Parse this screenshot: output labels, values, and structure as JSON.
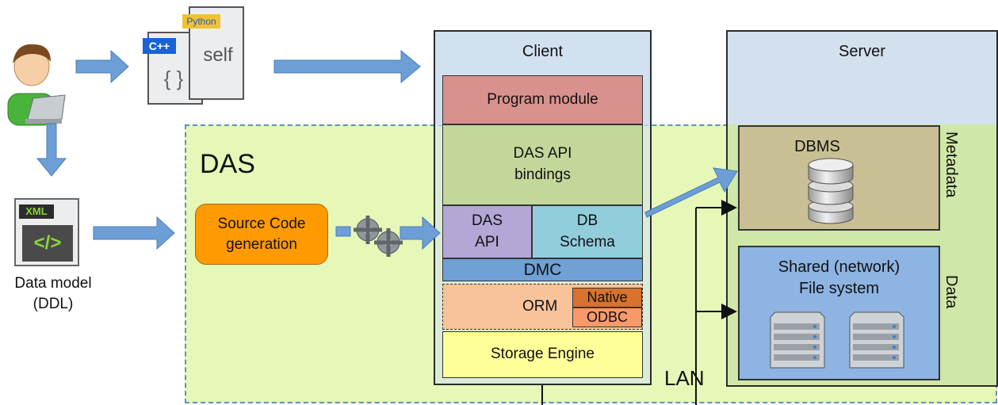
{
  "das": {
    "title": "DAS"
  },
  "client": {
    "title": "Client"
  },
  "server": {
    "title": "Server"
  },
  "layers": {
    "program_module": "Program module",
    "api_bindings": "DAS API\nbindings",
    "das_api": "DAS\nAPI",
    "db_schema": "DB\nSchema",
    "dmc": "DMC",
    "orm": "ORM",
    "native": "Native",
    "odbc": "ODBC",
    "storage_engine": "Storage Engine"
  },
  "source_code": {
    "label": "Source Code\ngeneration"
  },
  "data_model": {
    "caption": "Data model\n(DDL)",
    "badge": "XML",
    "glyph": "</>"
  },
  "lang_icons": {
    "cpp": "C++",
    "python": "Python",
    "self_text": "self",
    "braces": "{ }"
  },
  "server_parts": {
    "dbms": "DBMS",
    "fs": "Shared (network)\nFile system",
    "metadata_label": "Metadata",
    "data_label": "Data"
  },
  "lan": {
    "label": "LAN"
  },
  "colors": {
    "das_bg": "#e6f7b8",
    "program_module": "#d9918d",
    "api_bindings": "#c4d79b",
    "das_api": "#b4a7d6",
    "db_schema": "#92cddc",
    "dmc": "#6fa0d6",
    "orm": "#f8c39b",
    "native": "#d8722c",
    "odbc": "#f79a6b",
    "storage": "#ffff99",
    "source_code": "#ff9a00",
    "dbms": "#c9bf94",
    "fs": "#8db4e2",
    "arrow": "#6d9fd6"
  }
}
